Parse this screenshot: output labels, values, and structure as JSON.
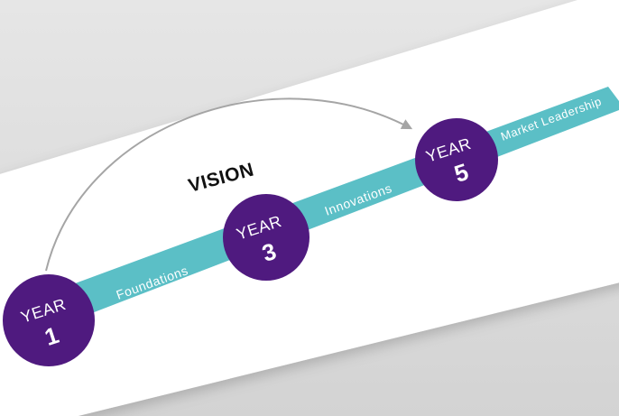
{
  "diagram": {
    "arc_label": "VISION",
    "stages": [
      {
        "year_word": "YEAR",
        "year_num": "1",
        "segment_label": "Foundations"
      },
      {
        "year_word": "YEAR",
        "year_num": "3",
        "segment_label": "Innovations"
      },
      {
        "year_word": "YEAR",
        "year_num": "5",
        "segment_label": "Market Leadership"
      }
    ]
  },
  "colors": {
    "background": "#dcdcdc",
    "card": "#ffffff",
    "ribbon": "#5bbfc6",
    "circle": "#4f1a7f",
    "arrow": "#a5a5a5",
    "text_dark": "#111111",
    "text_light": "#ffffff"
  }
}
